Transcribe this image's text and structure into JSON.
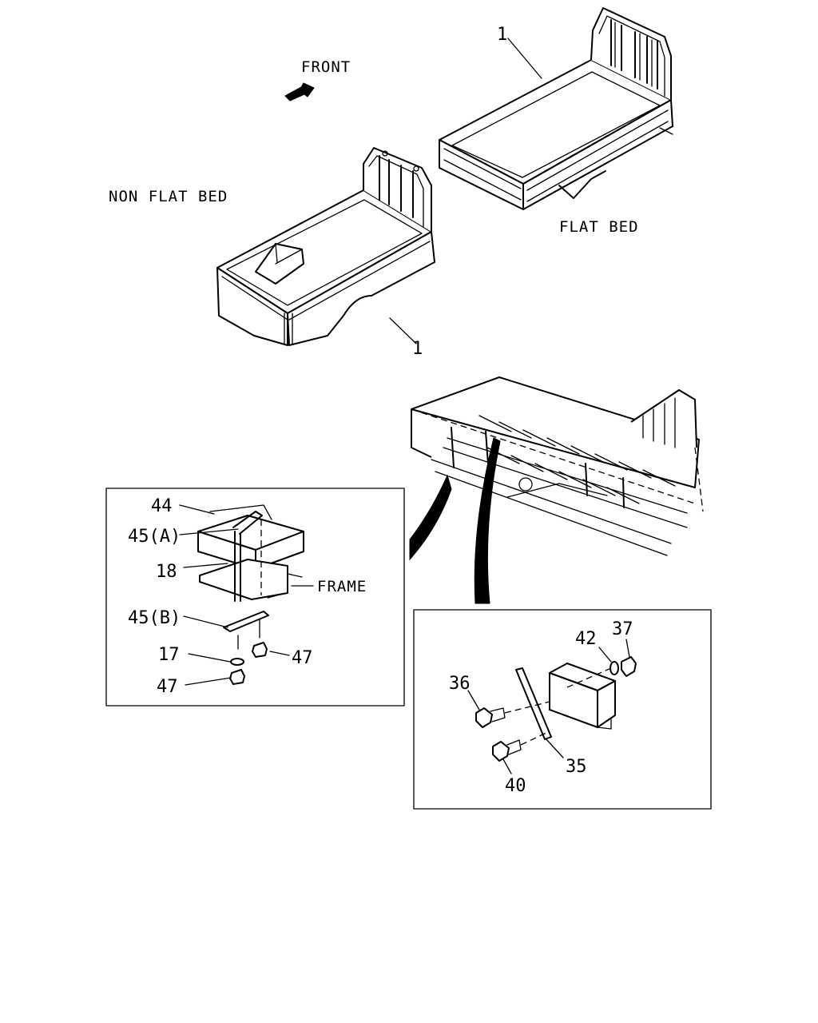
{
  "labels": {
    "front": "FRONT",
    "non_flat_bed": "NON FLAT BED",
    "flat_bed": "FLAT BED",
    "frame": "FRAME"
  },
  "callouts": {
    "flat_bed_part": "1",
    "non_flat_bed_part": "1",
    "left_detail": [
      "44",
      "45(A)",
      "18",
      "45(B)",
      "17",
      "47",
      "47"
    ],
    "right_detail": [
      "42",
      "37",
      "36",
      "35",
      "40"
    ]
  }
}
